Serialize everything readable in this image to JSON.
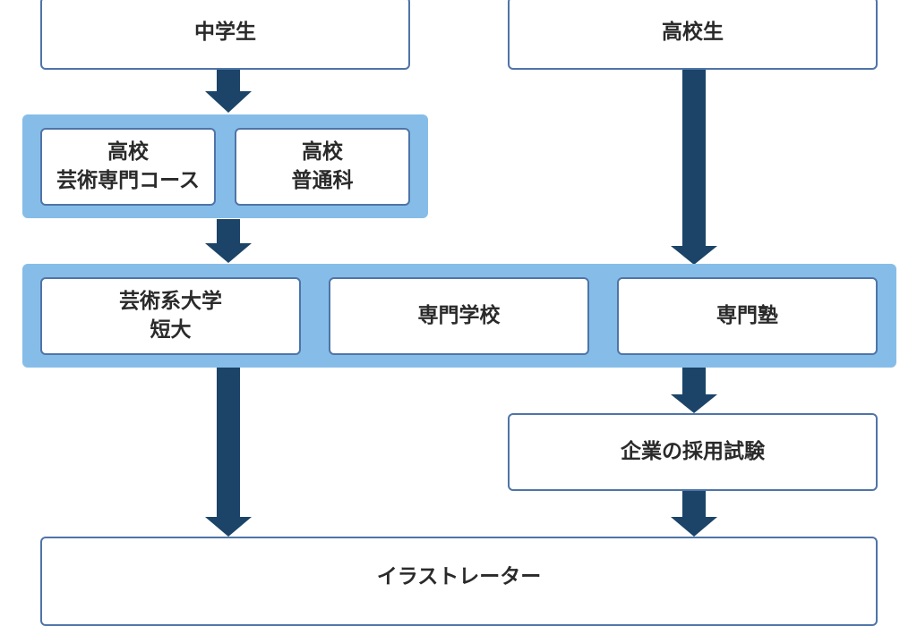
{
  "colors": {
    "arrow": "#1b4468",
    "group_background": "#86bde8",
    "box_border": "#4f74a8",
    "text": "#2a2a2a"
  },
  "nodes": {
    "junior_high": "中学生",
    "high_school_student": "高校生",
    "hs_art_course": "高校\n芸術専門コース",
    "hs_general": "高校\n普通科",
    "art_university": "芸術系大学\n短大",
    "vocational_school": "専門学校",
    "private_academy": "専門塾",
    "company_exam": "企業の採用試験",
    "illustrator": "イラストレーター"
  }
}
